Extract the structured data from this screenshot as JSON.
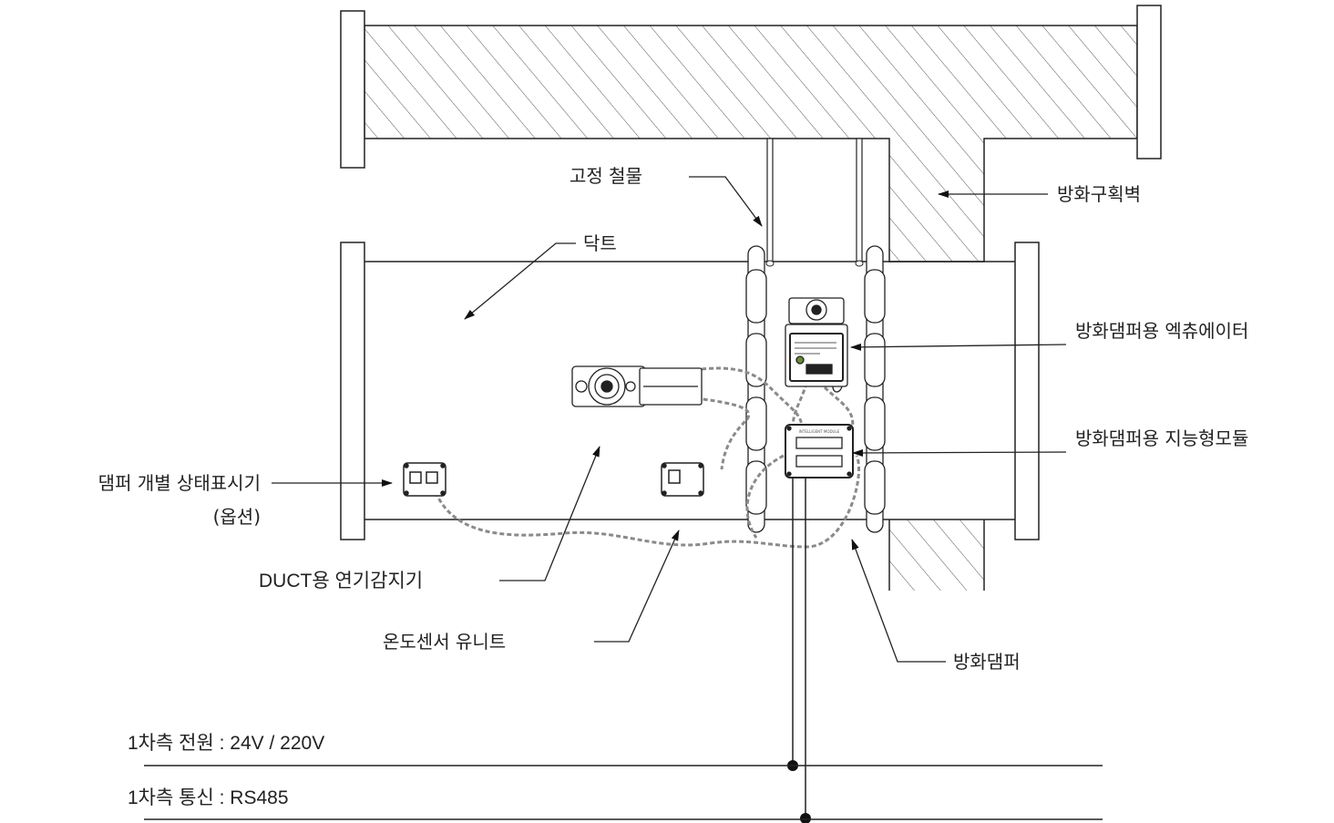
{
  "labels": {
    "fixing_hardware": "고정 철물",
    "fire_wall": "방화구획벽",
    "duct": "닥트",
    "actuator": "방화댐퍼용 엑츄에이터",
    "smart_module": "방화댐퍼용 지능형모듈",
    "status_indicator_line1": "댐퍼 개별 상태표시기",
    "status_indicator_line2": "(옵션)",
    "smoke_detector": "DUCT용 연기감지기",
    "temp_sensor": "온도센서 유니트",
    "fire_damper": "방화댐퍼",
    "power_line": "1차측 전원 : 24V / 220V",
    "comm_line": "1차측 통신 : RS485"
  },
  "colors": {
    "line": "#222222",
    "hatch": "#555555",
    "dashed_wire": "#8a8a8a"
  }
}
